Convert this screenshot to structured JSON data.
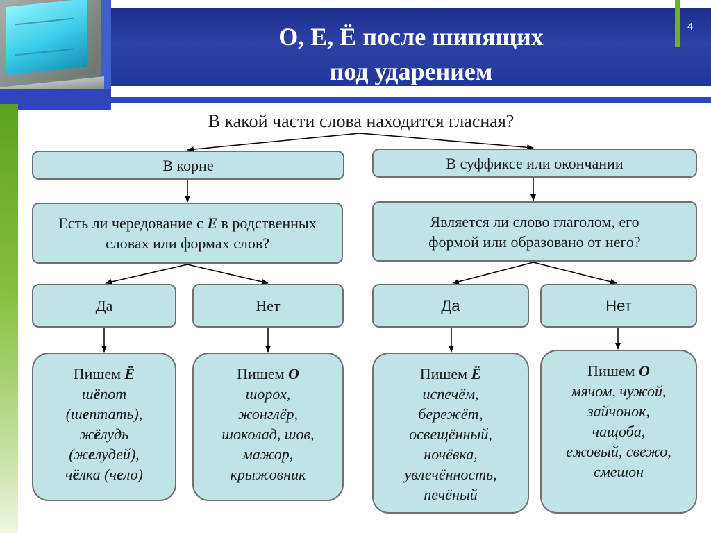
{
  "title": {
    "line1": "О, Е, Ё после шипящих",
    "line2": "под ударением"
  },
  "page_number": "4",
  "question": "В какой части слова находится гласная?",
  "left": {
    "branch": "В корне",
    "question": {
      "pre": "Есть ли чередование с ",
      "letter": "Е",
      "post": " в родственных словах или формах слов?"
    },
    "yes": {
      "label": "Да",
      "head": "Пишем ",
      "letter": "Ё",
      "examples": [
        {
          "a": "ш",
          "b": "ё",
          "c": "пот"
        },
        {
          "a": "(ш",
          "b": "е",
          "c": "птать),"
        },
        {
          "a": "ж",
          "b": "ё",
          "c": "лудь"
        },
        {
          "a": "(ж",
          "b": "е",
          "c": "лудей),"
        },
        {
          "a": "ч",
          "b": "ё",
          "c": "лка (ч",
          "d": "е",
          "e": "ло)"
        }
      ]
    },
    "no": {
      "label": "Нет",
      "head": "Пишем ",
      "letter": "О",
      "examples": [
        "шорох,",
        "жонглёр,",
        "шоколад, шов,",
        "мажор,",
        "крыжовник"
      ]
    }
  },
  "right": {
    "branch": "В суффиксе или окончании",
    "question": "Является ли слово глаголом, его формой или образовано от него?",
    "yes": {
      "label": "Да",
      "head": "Пишем ",
      "letter": "Ё",
      "examples": [
        "испечём,",
        "бережёт,",
        "освещённый,",
        "ночёвка,",
        "увлечённость,",
        "печёный"
      ]
    },
    "no": {
      "label": "Нет",
      "head": "Пишем ",
      "letter": "О",
      "examples": [
        "мячом, чужой,",
        "зайчонок,",
        "чащоба,",
        "ежовый, свежо,",
        "смешон"
      ]
    }
  },
  "colors": {
    "title_band": "#23379a",
    "box_fill": "#bfe3e7",
    "box_border": "#707070",
    "accent_green": "#6fb02a",
    "accent_blue": "#2f46b8"
  }
}
